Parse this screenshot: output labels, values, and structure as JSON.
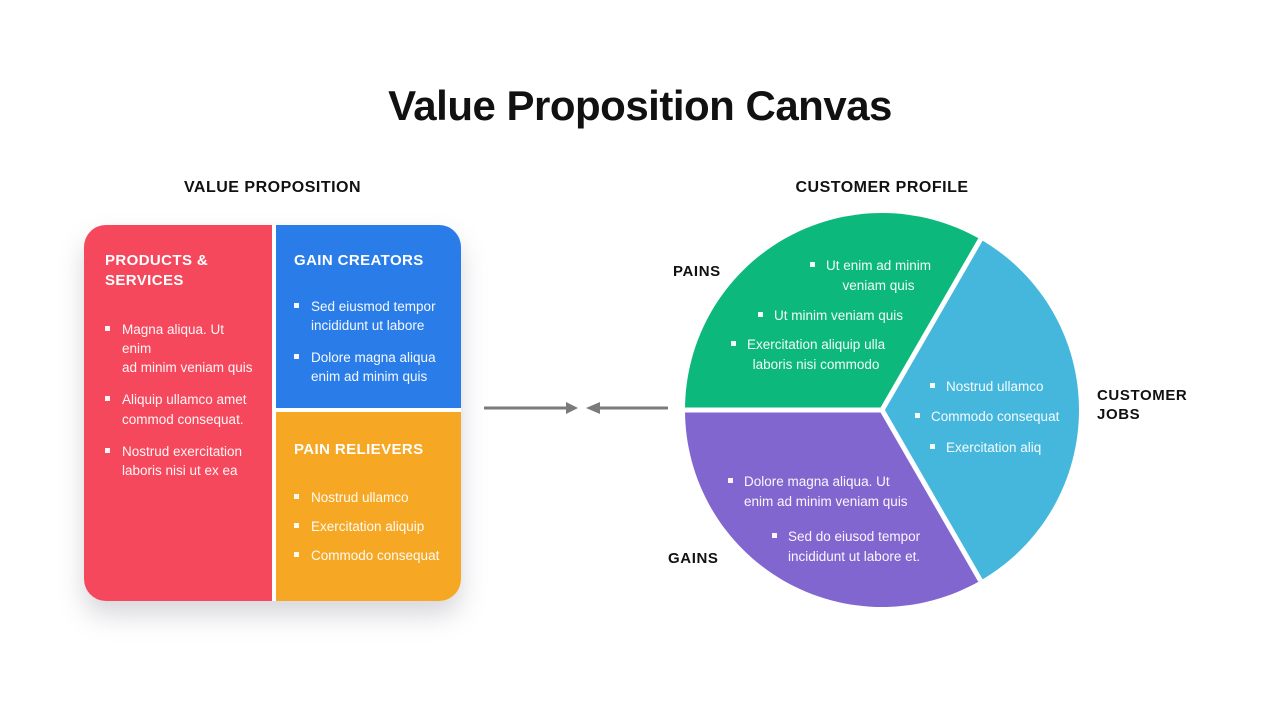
{
  "title": "Value Proposition Canvas",
  "value_proposition": {
    "heading": "VALUE PROPOSITION",
    "products_services": {
      "title": "PRODUCTS &\nSERVICES",
      "color": "#F5485C",
      "items": [
        "Magna aliqua. Ut enim\nad minim veniam quis",
        "Aliquip ullamco amet\ncommod consequat.",
        "Nostrud exercitation\nlaboris nisi ut ex ea"
      ]
    },
    "gain_creators": {
      "title": "GAIN CREATORS",
      "color": "#2A7DE9",
      "items": [
        "Sed eiusmod tempor\nincididunt ut labore",
        "Dolore magna aliqua\nenim ad minim quis"
      ]
    },
    "pain_relievers": {
      "title": "PAIN RELIEVERS",
      "color": "#F6A723",
      "items": [
        "Nostrud ullamco",
        "Exercitation aliquip",
        "Commodo consequat"
      ]
    }
  },
  "customer_profile": {
    "heading": "CUSTOMER PROFILE",
    "pains": {
      "label": "PAINS",
      "color": "#0CB87C",
      "items": [
        "Ut enim ad minim\nveniam quis",
        "Ut minim veniam quis",
        "Exercitation aliquip ulla\nlaboris nisi commodo"
      ]
    },
    "customer_jobs": {
      "label": "CUSTOMER\nJOBS",
      "color": "#45B7DD",
      "items": [
        "Nostrud ullamco",
        "Commodo consequat",
        "Exercitation aliq"
      ]
    },
    "gains": {
      "label": "GAINS",
      "color": "#8266D0",
      "items": [
        "Dolore magna aliqua. Ut\nenim ad minim veniam quis",
        "Sed do eiusod tempor\nincididunt ut labore et."
      ]
    }
  },
  "arrow_color": "#7B7B7B"
}
